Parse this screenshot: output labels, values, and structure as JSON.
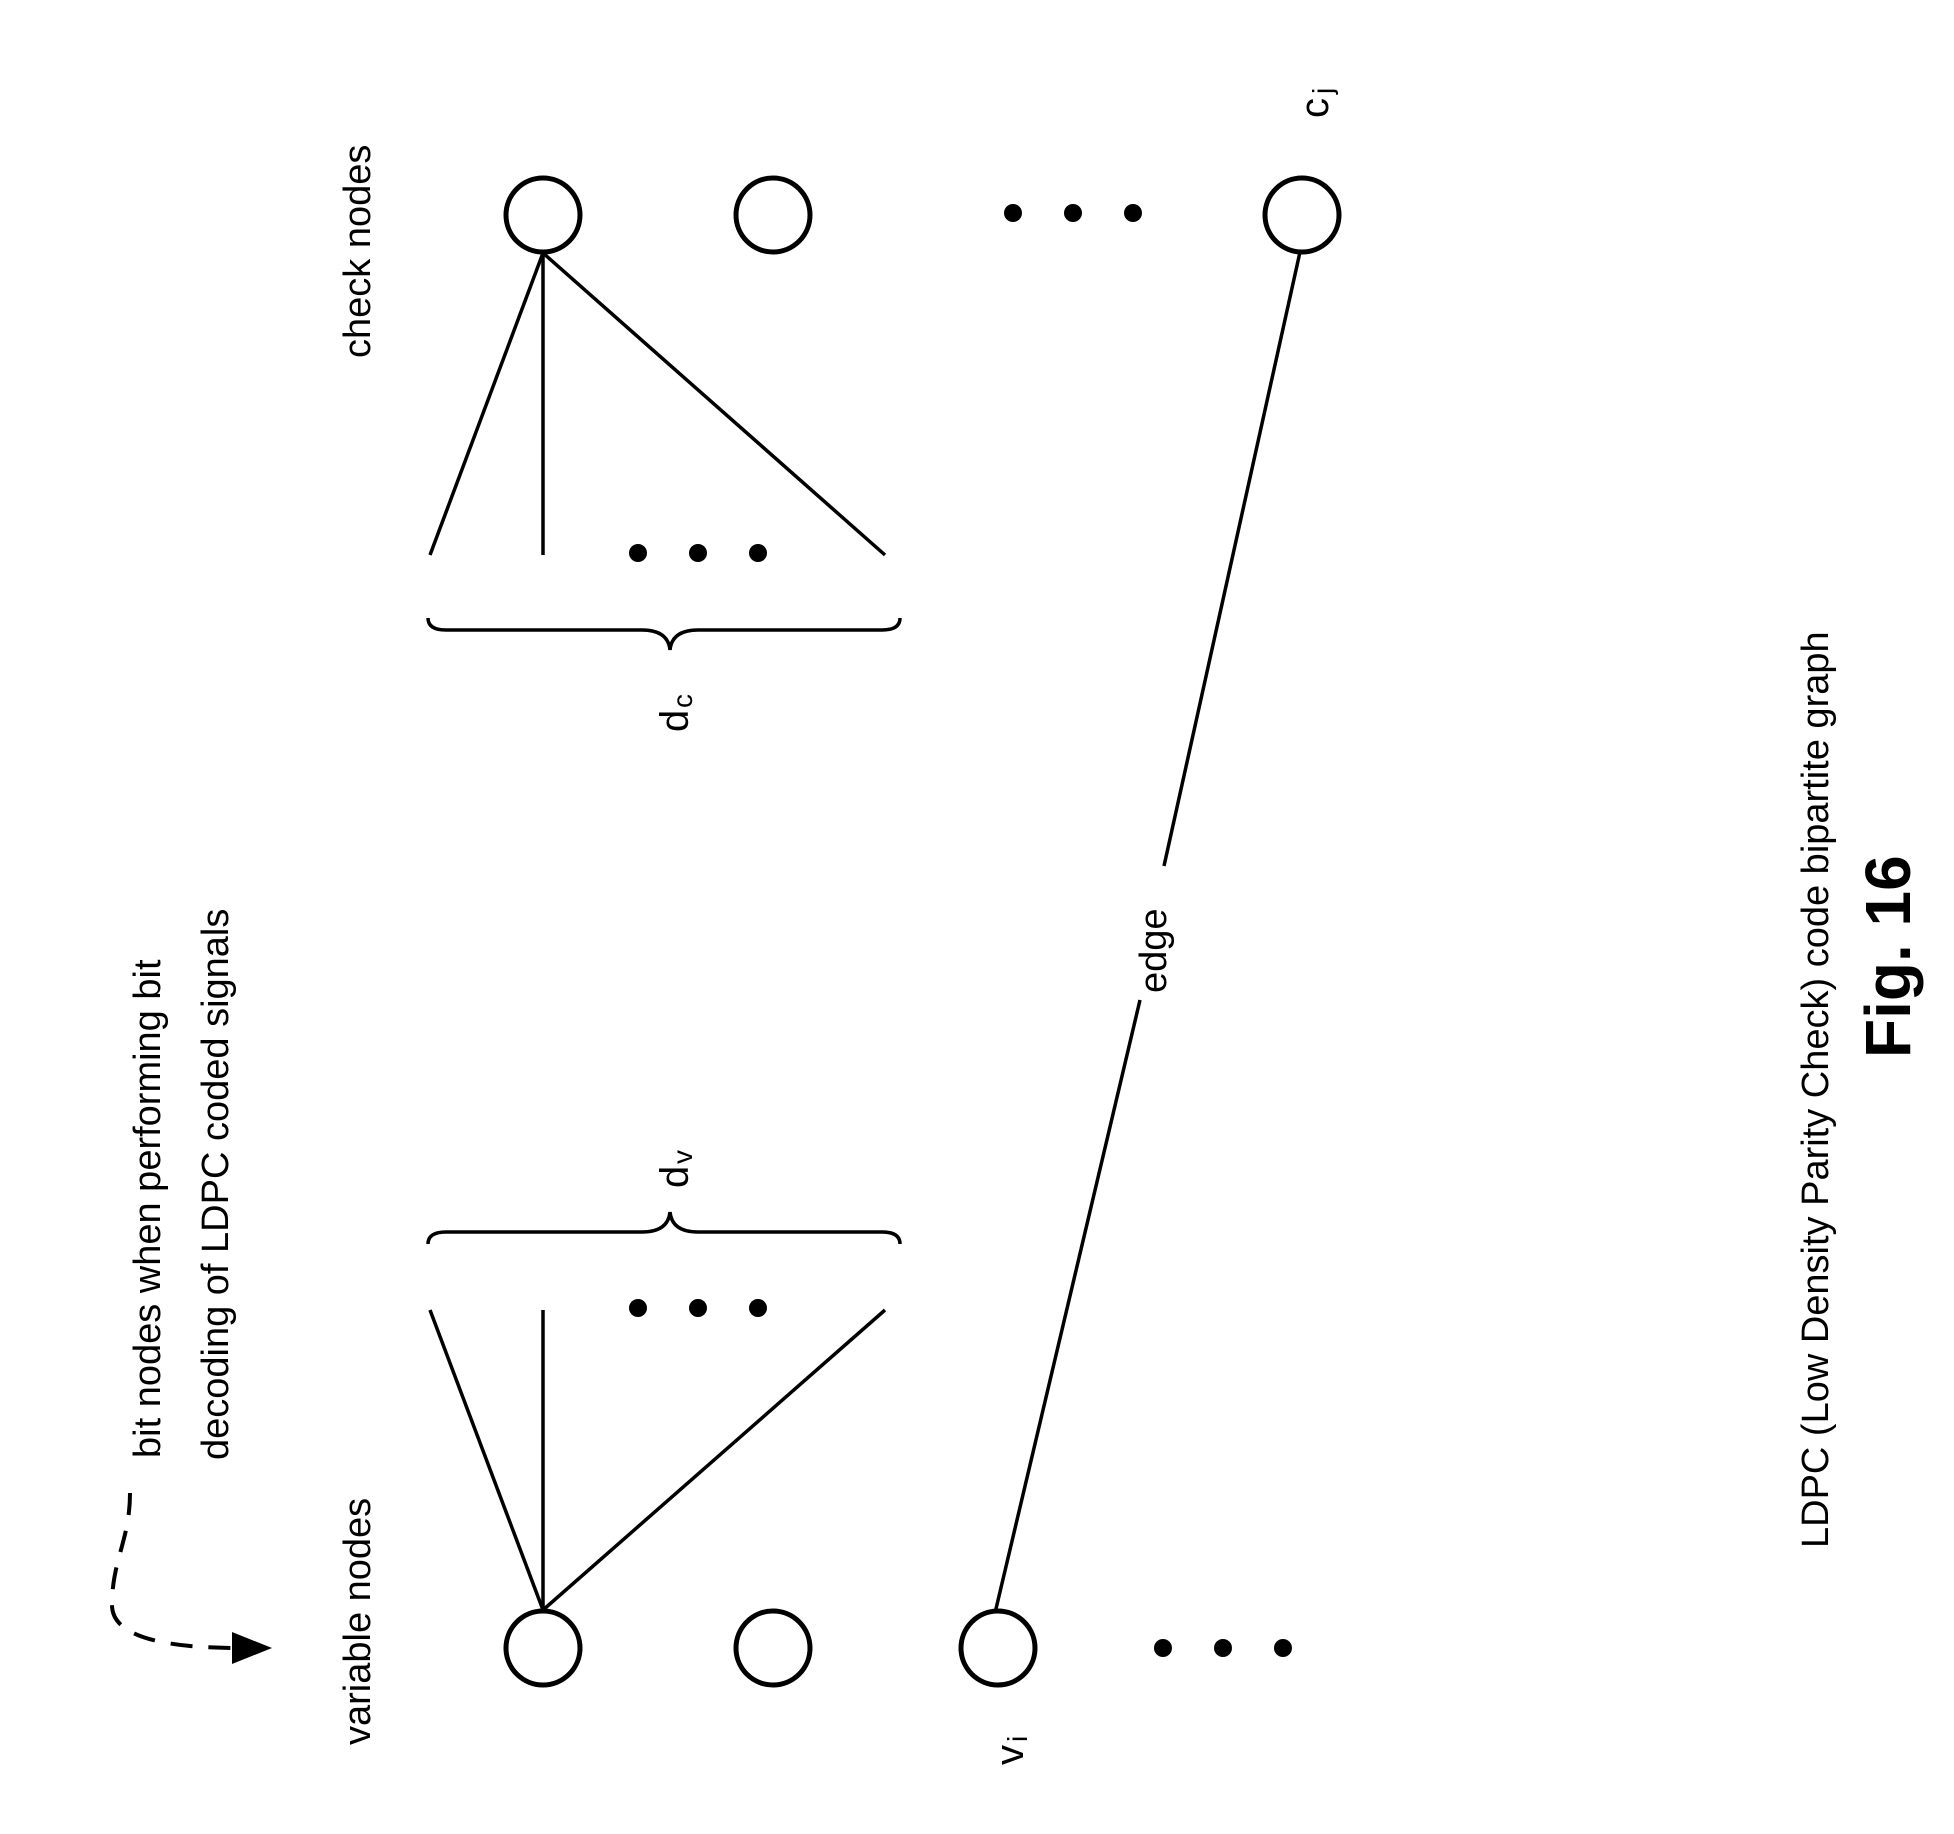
{
  "diagram": {
    "labels": {
      "variable_nodes": "variable nodes",
      "check_nodes": "check nodes",
      "annotation_line1": "bit nodes when performing bit",
      "annotation_line2": "decoding of LDPC coded signals",
      "dv_base": "d",
      "dv_sub": "v",
      "dc_base": "d",
      "dc_sub": "c",
      "vi_base": "v",
      "vi_sub": "i",
      "cj_base": "c",
      "cj_sub": "j",
      "edge": "edge"
    },
    "caption": "LDPC (Low Density Parity Check) code bipartite graph",
    "figure_title": "Fig. 16"
  }
}
